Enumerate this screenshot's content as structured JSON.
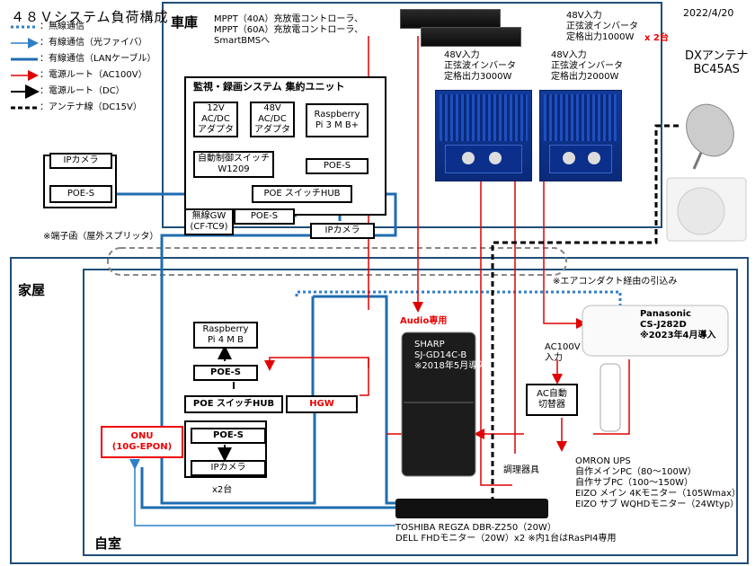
{
  "header": {
    "title": "４８Ｖシステム負荷構成",
    "date": "2022/4/20"
  },
  "legend": [
    {
      "label": "：無線通信",
      "style": "wireless"
    },
    {
      "label": "：有線通信（光ファイバ）",
      "style": "fiber"
    },
    {
      "label": "：有線通信（LANケーブル）",
      "style": "lan"
    },
    {
      "label": "：電源ルート（AC100V）",
      "style": "ac"
    },
    {
      "label": "：電源ルート（DC）",
      "style": "dc"
    },
    {
      "label": "：アンテナ線（DC15V）",
      "style": "antenna"
    }
  ],
  "colors": {
    "lan": "#1f6cb0",
    "fiber": "#2f7fc8",
    "ac": "#e00000",
    "dc": "#000000",
    "zone_border": "#1f4e79"
  },
  "garage": {
    "label": "車庫",
    "mppt": "MPPT（40A）充放電コントローラ、\nMPPT（60A）充放電コントローラ、\nSmartBMSへ",
    "monitor_unit": "監視・録画システム 集約ユニット",
    "adapter12": "12V\nAC/DC\nアダプタ",
    "adapter48": "48V\nAC/DC\nアダプタ",
    "raspi3": "Raspberry\nPi 3 M B+",
    "auto_switch": "自動制御スイッチ\nW1209",
    "poe_s_raspi": "POE-S",
    "poe_hub": "POE スイッチHUB",
    "wireless_gw": "無線GW\n(CF-TC9)",
    "poe_s_gw": "POE-S",
    "ipcam": "IPカメラ",
    "outdoor_ipcam": "IPカメラ",
    "outdoor_poe_s": "POE-S",
    "junction_note": "※端子函（屋外スプリッタ）",
    "inverter_3000": "48V入力\n正弦波インバータ\n定格出力3000W",
    "inverter_2000": "48V入力\n正弦波インバータ\n定格出力2000W",
    "inverter_1000": "48V入力\n正弦波インバータ\n定格出力1000W",
    "inverter_1000_count": "x 2台",
    "antenna": "DXアンテナ\nBC45AS"
  },
  "house": {
    "label": "家屋",
    "room_label": "自室",
    "aircon_note": "※エアコンダクト経由の引込み",
    "aircon": "Panasonic\nCS-J282D\n※2023年4月導入",
    "ac100_in": "AC100V\n入力",
    "ac_switch": "AC自動\n切替器",
    "audio": "Audio専用",
    "fridge": "SHARP\nSJ-GD14C-B\n※2018年5月導入",
    "cooking": "調理器具",
    "ups": "OMRON UPS\n自作メインPC（80～100W）\n自作サブPC（100～150W）\nEIZO メイン 4Kモニター（105Wmax）\nEIZO サブ WQHDモニター（24Wtyp）",
    "regza": "TOSHIBA REGZA DBR-Z250（20W）\nDELL FHDモニター（20W）x2 ※内1台はRasPI4専用",
    "raspi4": "Raspberry\nPi 4 M B",
    "poe_s_raspi4": "POE-S",
    "poe_hub": "POE スイッチHUB",
    "hgw": "HGW",
    "onu": "ONU\n(10G-EPON)",
    "poe_s_cam": "POE-S",
    "ipcam": "IPカメラ",
    "cam_count": "x2台"
  }
}
